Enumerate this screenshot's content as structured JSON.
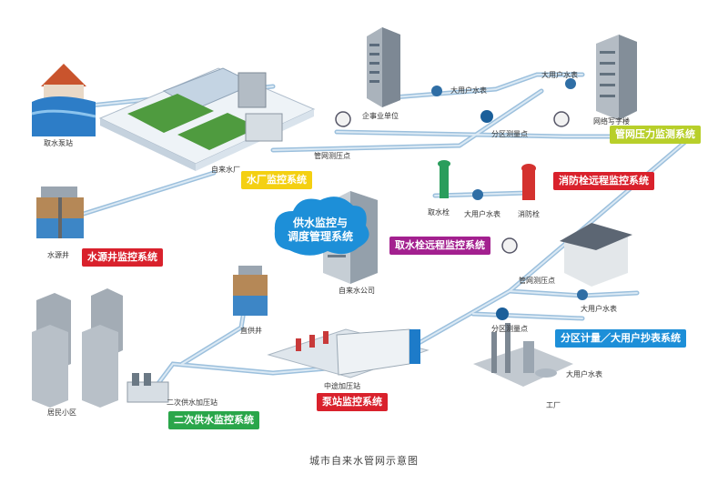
{
  "colors": {
    "pipe": "#b8d1e6",
    "pipe_edge": "#8fb2cf",
    "building": "#9aa3ad",
    "water": "#2e7fc2"
  },
  "labels": {
    "intake_pump": "取水泵站",
    "water_plant": "自来水厂",
    "water_well": "水源井",
    "enterprise": "企事业单位",
    "large_meter_top": "大用户水表",
    "large_meter_top2": "大用户水表",
    "office_building": "网络写字楼",
    "zone_meter_top": "分区测量点",
    "pressure_point_top": "管网测压点",
    "hydrant": "取水栓",
    "large_meter_mid": "大用户水表",
    "fire_hydrant": "消防栓",
    "water_company": "自来水公司",
    "pressure_point_right": "管网测压点",
    "large_meter_right": "大用户水表",
    "zone_meter_right": "分区测量点",
    "large_meter_factory": "大用户水表",
    "factory": "工厂",
    "direct_well": "直供井",
    "booster_station": "中途加压站",
    "secondary_booster": "二次供水加压站",
    "residential": "居民小区"
  },
  "tags": {
    "plant_monitor": "水厂监控系统",
    "well_monitor": "水源井监控系统",
    "hydrant_monitor": "取水栓远程监控系统",
    "pressure_monitor": "管网压力监测系统",
    "fire_monitor": "消防栓远程监控系统",
    "meter_reading": "分区计量／大用户抄表系统",
    "pump_monitor": "泵站监控系统",
    "secondary_monitor": "二次供水监控系统"
  },
  "cloud": {
    "line1": "供水监控与",
    "line2": "调度管理系统"
  },
  "caption": "城市自来水管网示意图"
}
